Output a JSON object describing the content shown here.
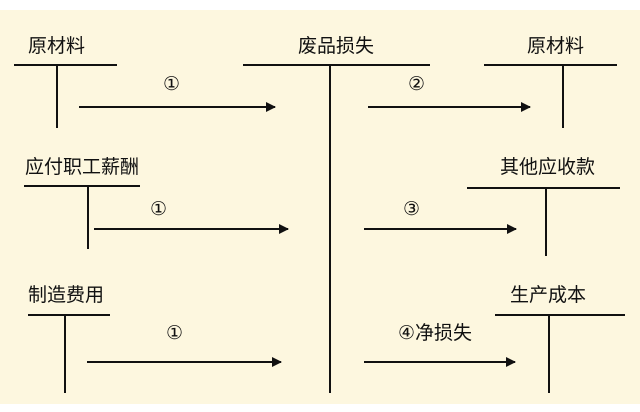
{
  "accounts": {
    "raw_materials_left": "原材料",
    "scrap_loss": "废品损失",
    "raw_materials_right": "原材料",
    "wages_payable": "应付职工薪酬",
    "other_receivables": "其他应收款",
    "manufacturing_overhead": "制造费用",
    "production_cost": "生产成本"
  },
  "flows": {
    "flow_raw_materials_in": "①",
    "flow_wages_in": "①",
    "flow_overhead_in": "①",
    "flow_recovered_materials": "②",
    "flow_compensation": "③",
    "flow_net_loss": "④净损失"
  },
  "colors": {
    "background": "#fdf7df",
    "line": "#111111"
  }
}
